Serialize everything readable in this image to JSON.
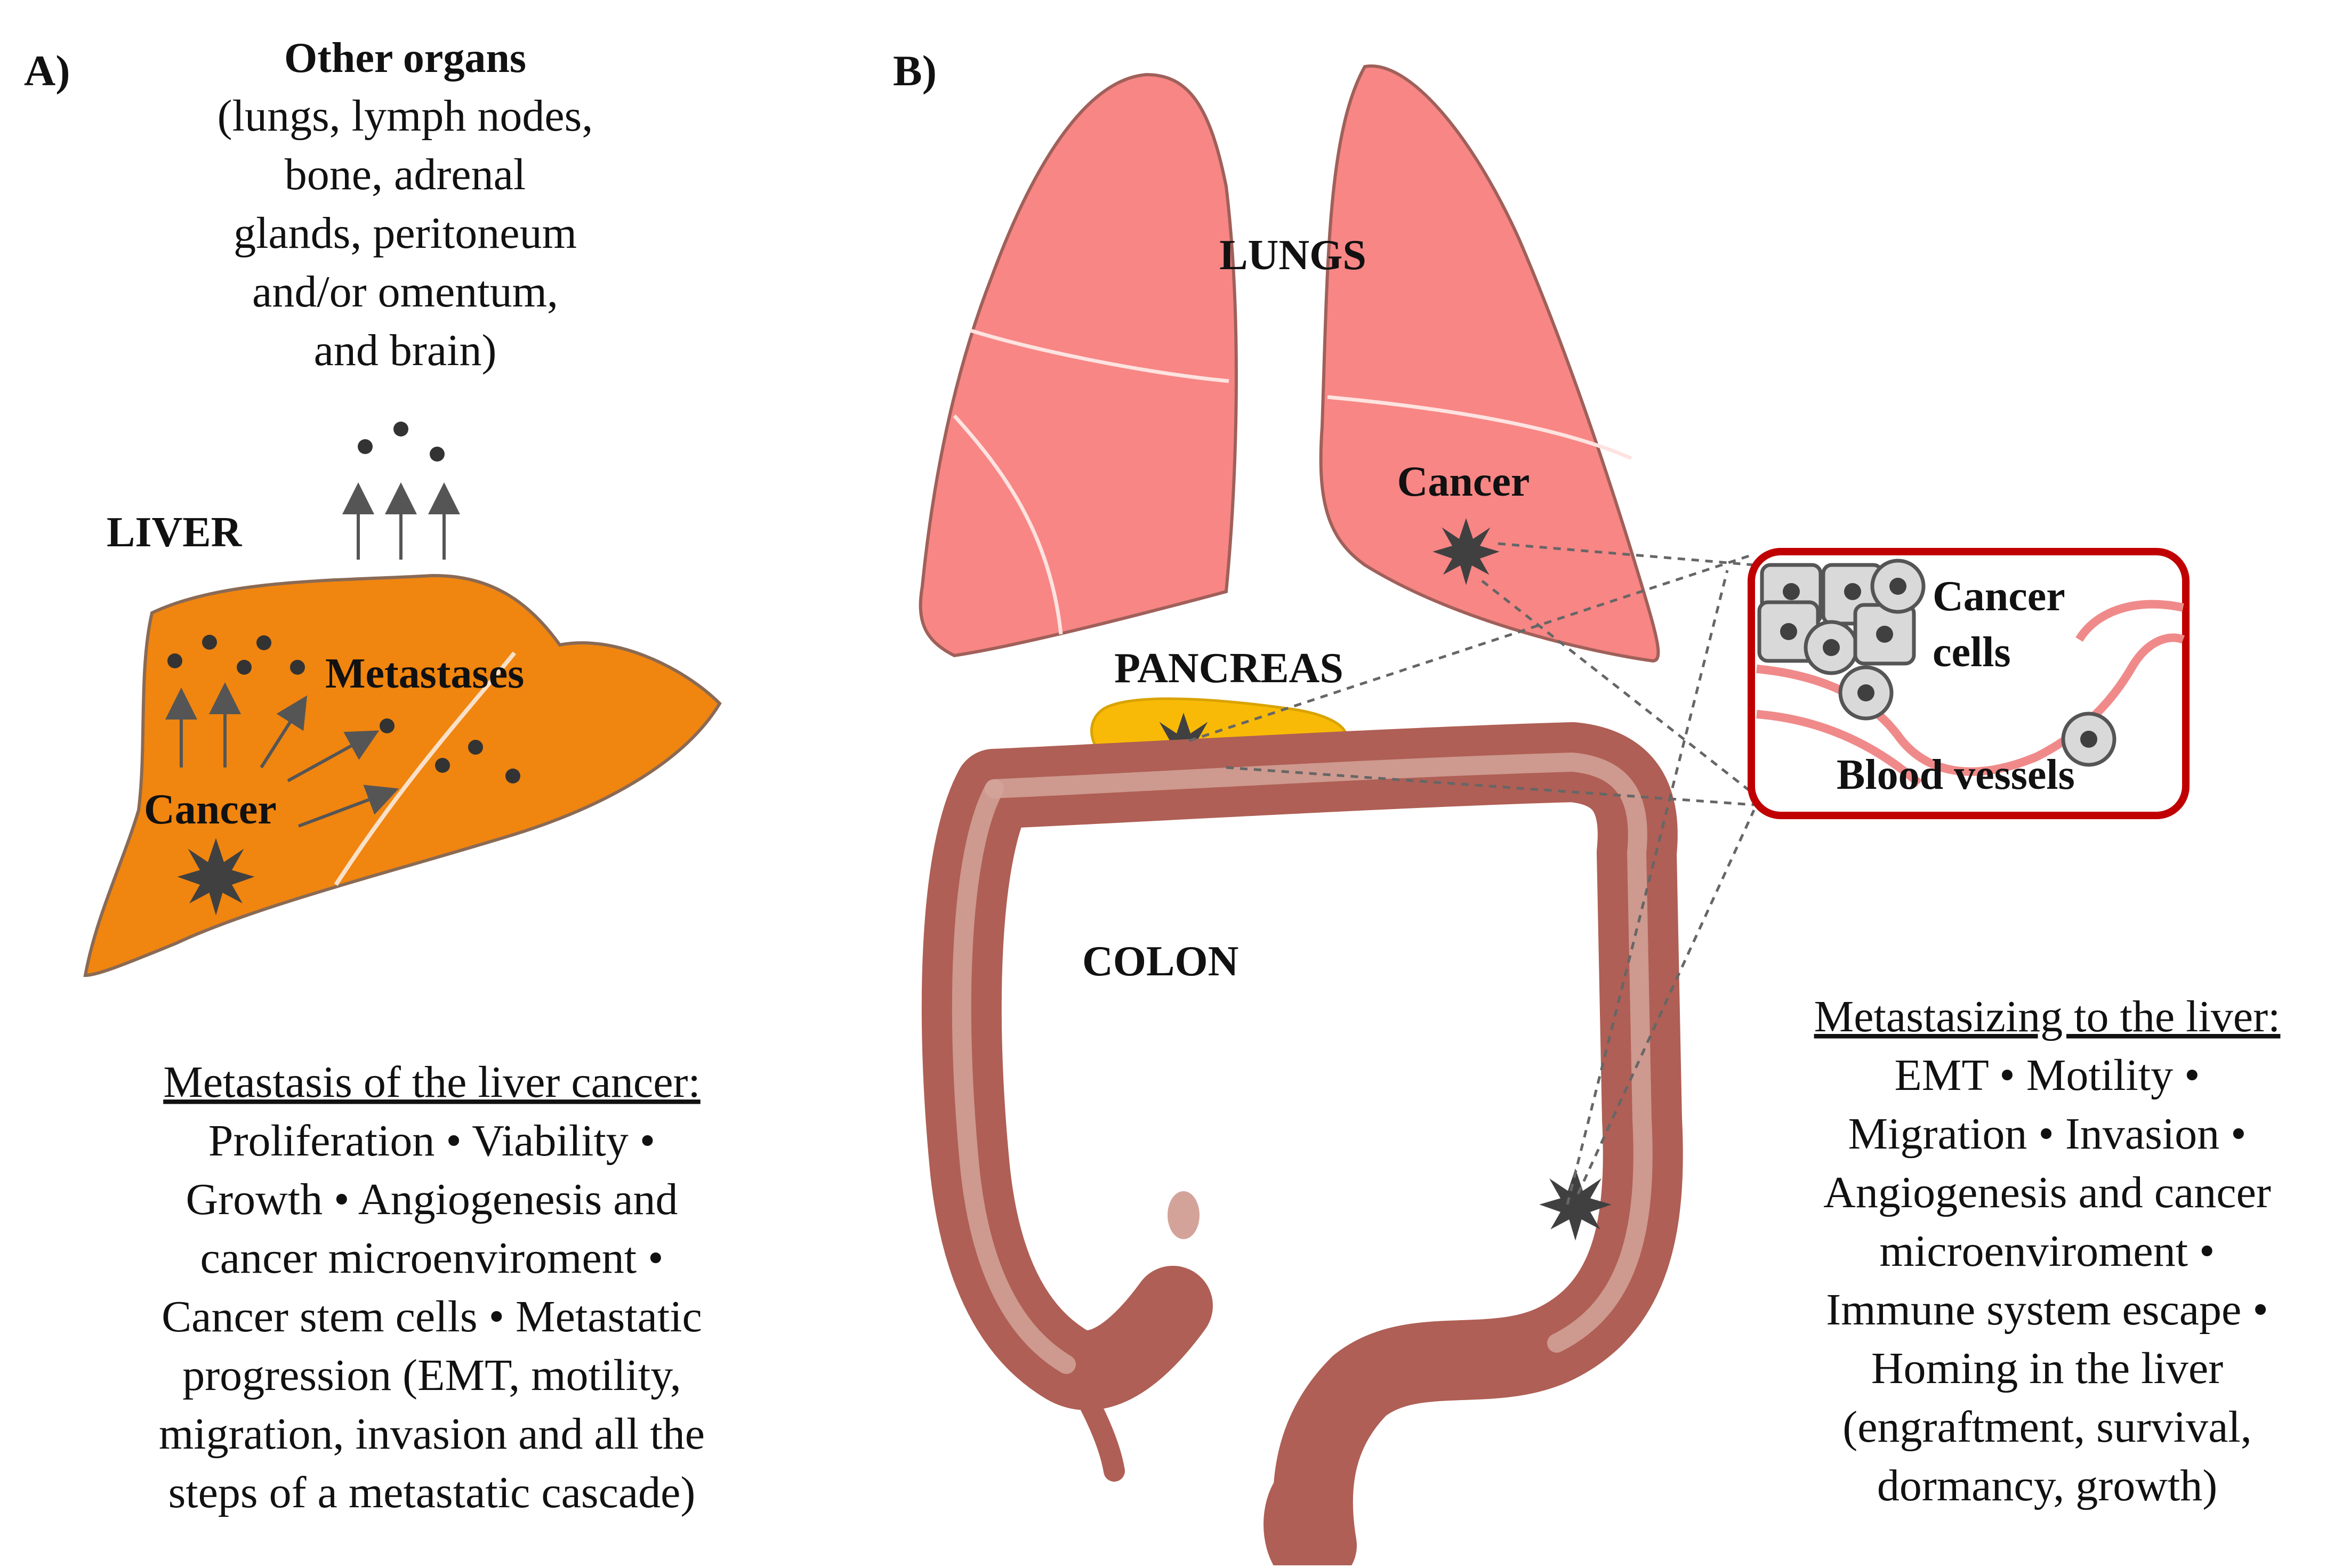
{
  "panels": {
    "a_label": "A)",
    "b_label": "B)"
  },
  "panel_a": {
    "other_organs": {
      "title": "Other organs",
      "lines": [
        "(lungs, lymph nodes,",
        "bone, adrenal",
        "glands, peritoneum",
        "and/or omentum,",
        "and brain)"
      ]
    },
    "liver_label": "LIVER",
    "metastases_label": "Metastases",
    "cancer_label": "Cancer",
    "caption": {
      "heading": "Metastasis of the liver cancer:",
      "lines": [
        "Proliferation • Viability •",
        "Growth •  Angiogenesis and",
        "cancer microenviroment •",
        "Cancer stem cells • Metastatic",
        "progression (EMT, motility,",
        "migration, invasion and all the",
        "steps of a metastatic cascade)"
      ]
    }
  },
  "panel_b": {
    "lungs_label": "LUNGS",
    "lung_cancer_label": "Cancer",
    "pancreas_label": "PANCREAS",
    "colon_label": "COLON",
    "inset": {
      "cancer_cells_line1": "Cancer",
      "cancer_cells_line2": "cells",
      "blood_vessels": "Blood vessels"
    },
    "caption": {
      "heading": "Metastasizing to the liver:",
      "lines": [
        "EMT • Motility •",
        "Migration • Invasion •",
        "Angiogenesis and cancer",
        "microenviroment •",
        "Immune system escape •",
        "Homing in the liver",
        "(engraftment, survival,",
        "dormancy, growth)"
      ]
    }
  },
  "colors": {
    "liver": "#F0850F",
    "lung": "#F78685",
    "pancreas": "#F8BA06",
    "colon": "#AF5F55",
    "colon_inner": "#D3A39A",
    "inset_border": "#C00000",
    "vessel": "#F08A8A",
    "tumor": "#404040"
  }
}
